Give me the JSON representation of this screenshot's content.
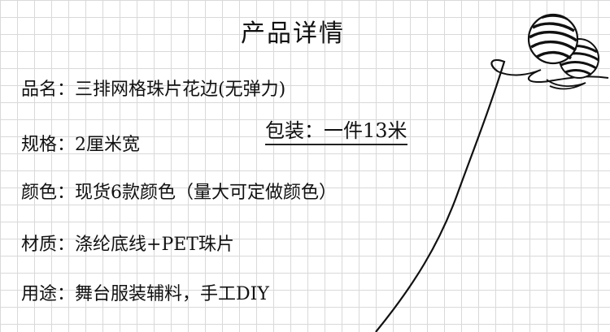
{
  "page": {
    "title": "产品详情"
  },
  "details": [
    {
      "label": "品名：",
      "value": "三排网格珠片花边(无弹力)"
    },
    {
      "label": "规格：",
      "value": "2厘米宽"
    },
    {
      "label": "颜色：",
      "value": "现货6款颜色（量大可定做颜色）"
    },
    {
      "label": "材质：",
      "value": "涤纶底线+PET珠片"
    },
    {
      "label": "用途：",
      "value": "舞台服装辅料，手工DIY"
    }
  ],
  "packing": {
    "text": "包装：一件13米"
  },
  "decoration": {
    "icon": "yarn-ball-icon",
    "ink_color": "#111111",
    "grid_color": "#d9d9d9"
  }
}
